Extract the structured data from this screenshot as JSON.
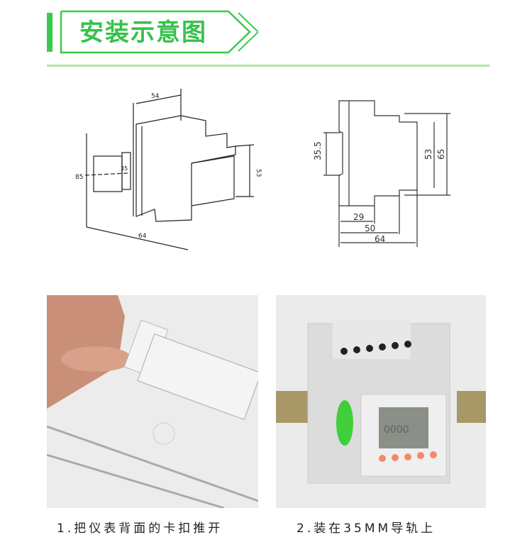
{
  "header": {
    "title": "安装示意图",
    "accent_color": "#35c24a",
    "divider_color": "#b3e6a6"
  },
  "diagrams": {
    "isometric": {
      "dims": {
        "width_top": "54",
        "height_left": "85",
        "rail": "35",
        "depth": "64",
        "front_height": "53"
      }
    },
    "side_view": {
      "dims": {
        "rail": "35.5",
        "inner_height": "53",
        "total_height": "65",
        "d1": "29",
        "d2": "50",
        "d3": "64"
      }
    }
  },
  "photos": [
    {
      "alt": "hand pushing back clip"
    },
    {
      "alt": "meter mounted on 35mm DIN rail",
      "display": "0000"
    }
  ],
  "captions": [
    {
      "text": "1.把仪表背面的卡扣推开"
    },
    {
      "text": "2.装在35MM导轨上"
    }
  ]
}
